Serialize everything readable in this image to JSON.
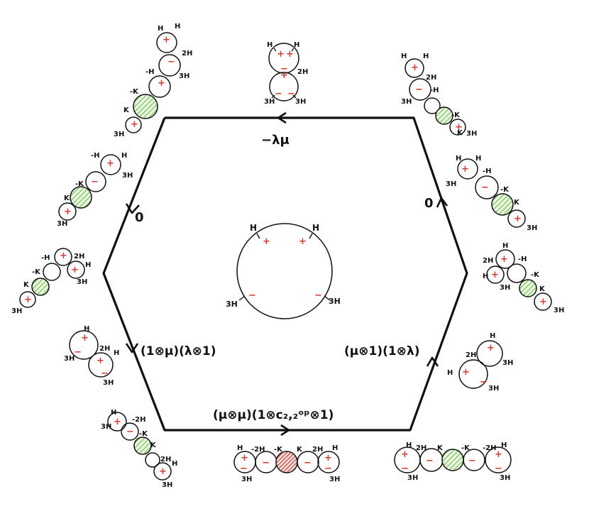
{
  "edge_labels": {
    "top": "−λμ",
    "upper_left": "0",
    "upper_right": "0",
    "lower_left": "(1⊗μ)(λ⊗1)",
    "lower_right": "(μ⊗1)(1⊗λ)",
    "bottom": "(μ⊗μ)(1⊗c₂,₂ᵒᵖ⊗1)"
  },
  "boundary_labels": {
    "H": "H",
    "2H": "2H",
    "3H": "3H",
    "minus_H": "-H",
    "minus_2H": "-2H",
    "K": "K",
    "minus_K": "-K"
  },
  "signs": {
    "plus": "+",
    "minus": "−"
  },
  "colors": {
    "edge": "#111111",
    "plus_sign": "#d43a2f",
    "hatch_green": "#6bbf4a",
    "hatch_red": "#c0392b"
  }
}
